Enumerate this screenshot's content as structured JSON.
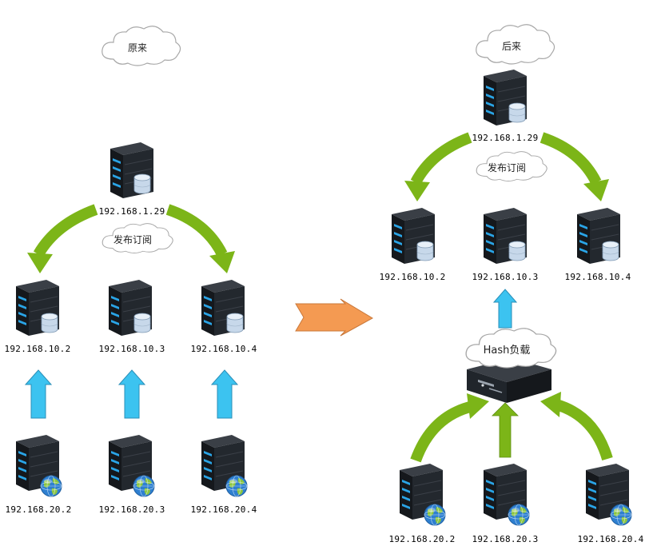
{
  "before": {
    "cloud_label": "原来",
    "pubsub_label": "发布订阅",
    "top_server": "192.168.1.29",
    "db_servers": [
      "192.168.10.2",
      "192.168.10.3",
      "192.168.10.4"
    ],
    "client_servers": [
      "192.168.20.2",
      "192.168.20.3",
      "192.168.20.4"
    ]
  },
  "after": {
    "cloud_label": "后来",
    "pubsub_label": "发布订阅",
    "top_server": "192.168.1.29",
    "db_servers": [
      "192.168.10.2",
      "192.168.10.3",
      "192.168.10.4"
    ],
    "balancer_label": "Hash负载",
    "client_servers": [
      "192.168.20.2",
      "192.168.20.3",
      "192.168.20.4"
    ]
  },
  "colors": {
    "green_arrow": "#7cb518",
    "blue_arrow": "#3cc3f0",
    "orange_arrow": "#f49a52",
    "server_body": "#1f2329",
    "server_light": "#2aa4e6"
  },
  "icons": {
    "db_badge": "database-icon",
    "client_badge": "globe-icon",
    "balancer": "load-balancer-icon"
  }
}
